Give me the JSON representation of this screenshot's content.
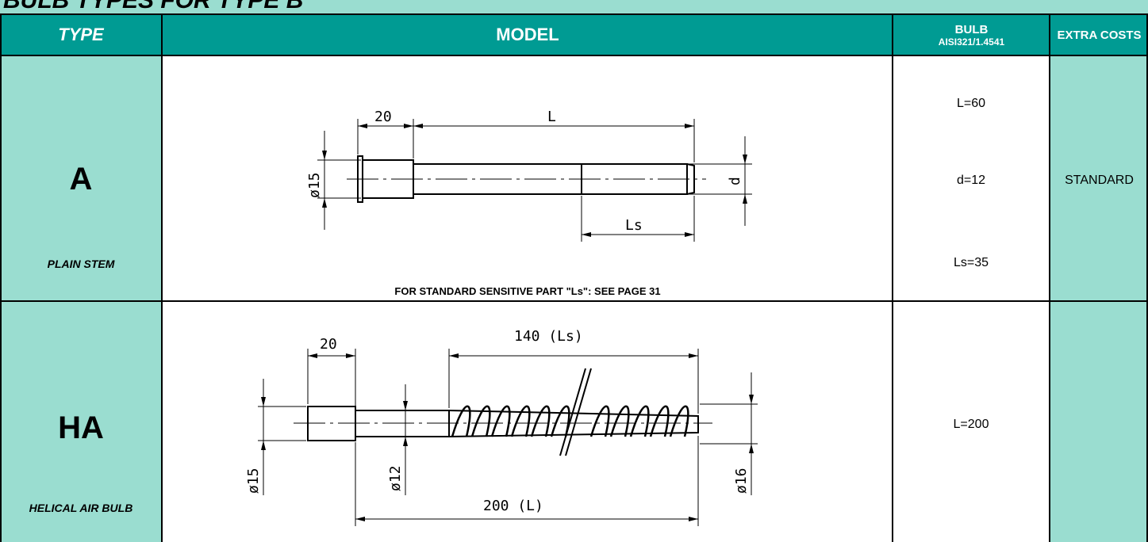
{
  "title": "BULB TYPES FOR TYPE B",
  "header": {
    "type": "TYPE",
    "model": "MODEL",
    "bulb": "BULB",
    "bulb_material": "AISI321/1.4541",
    "extra_costs": "EXTRA COSTS"
  },
  "rows": [
    {
      "type": "A",
      "type_name": "PLAIN STEM",
      "bulb_values": [
        "L=60",
        "d=12",
        "Ls=35"
      ],
      "extra_cost": "STANDARD",
      "note": "FOR STANDARD SENSITIVE PART \"Ls\": SEE PAGE 31",
      "drawing_labels": {
        "dim_head": "20",
        "dim_length": "L",
        "dim_sensitive": "Ls",
        "dia_head": "ø15",
        "dia_stem": "d"
      }
    },
    {
      "type": "HA",
      "type_name": "HELICAL AIR BULB",
      "bulb_values": [
        "L=200"
      ],
      "extra_cost": "",
      "drawing_labels": {
        "dim_head": "20",
        "dim_helix": "140 (Ls)",
        "dim_total": "200 (L)",
        "dia_head": "ø15",
        "dia_stem": "ø12",
        "dia_helix": "ø16"
      }
    }
  ],
  "colors": {
    "header_bg": "#009b93",
    "cell_bg": "#9addd0",
    "header_text": "#ffffff"
  }
}
